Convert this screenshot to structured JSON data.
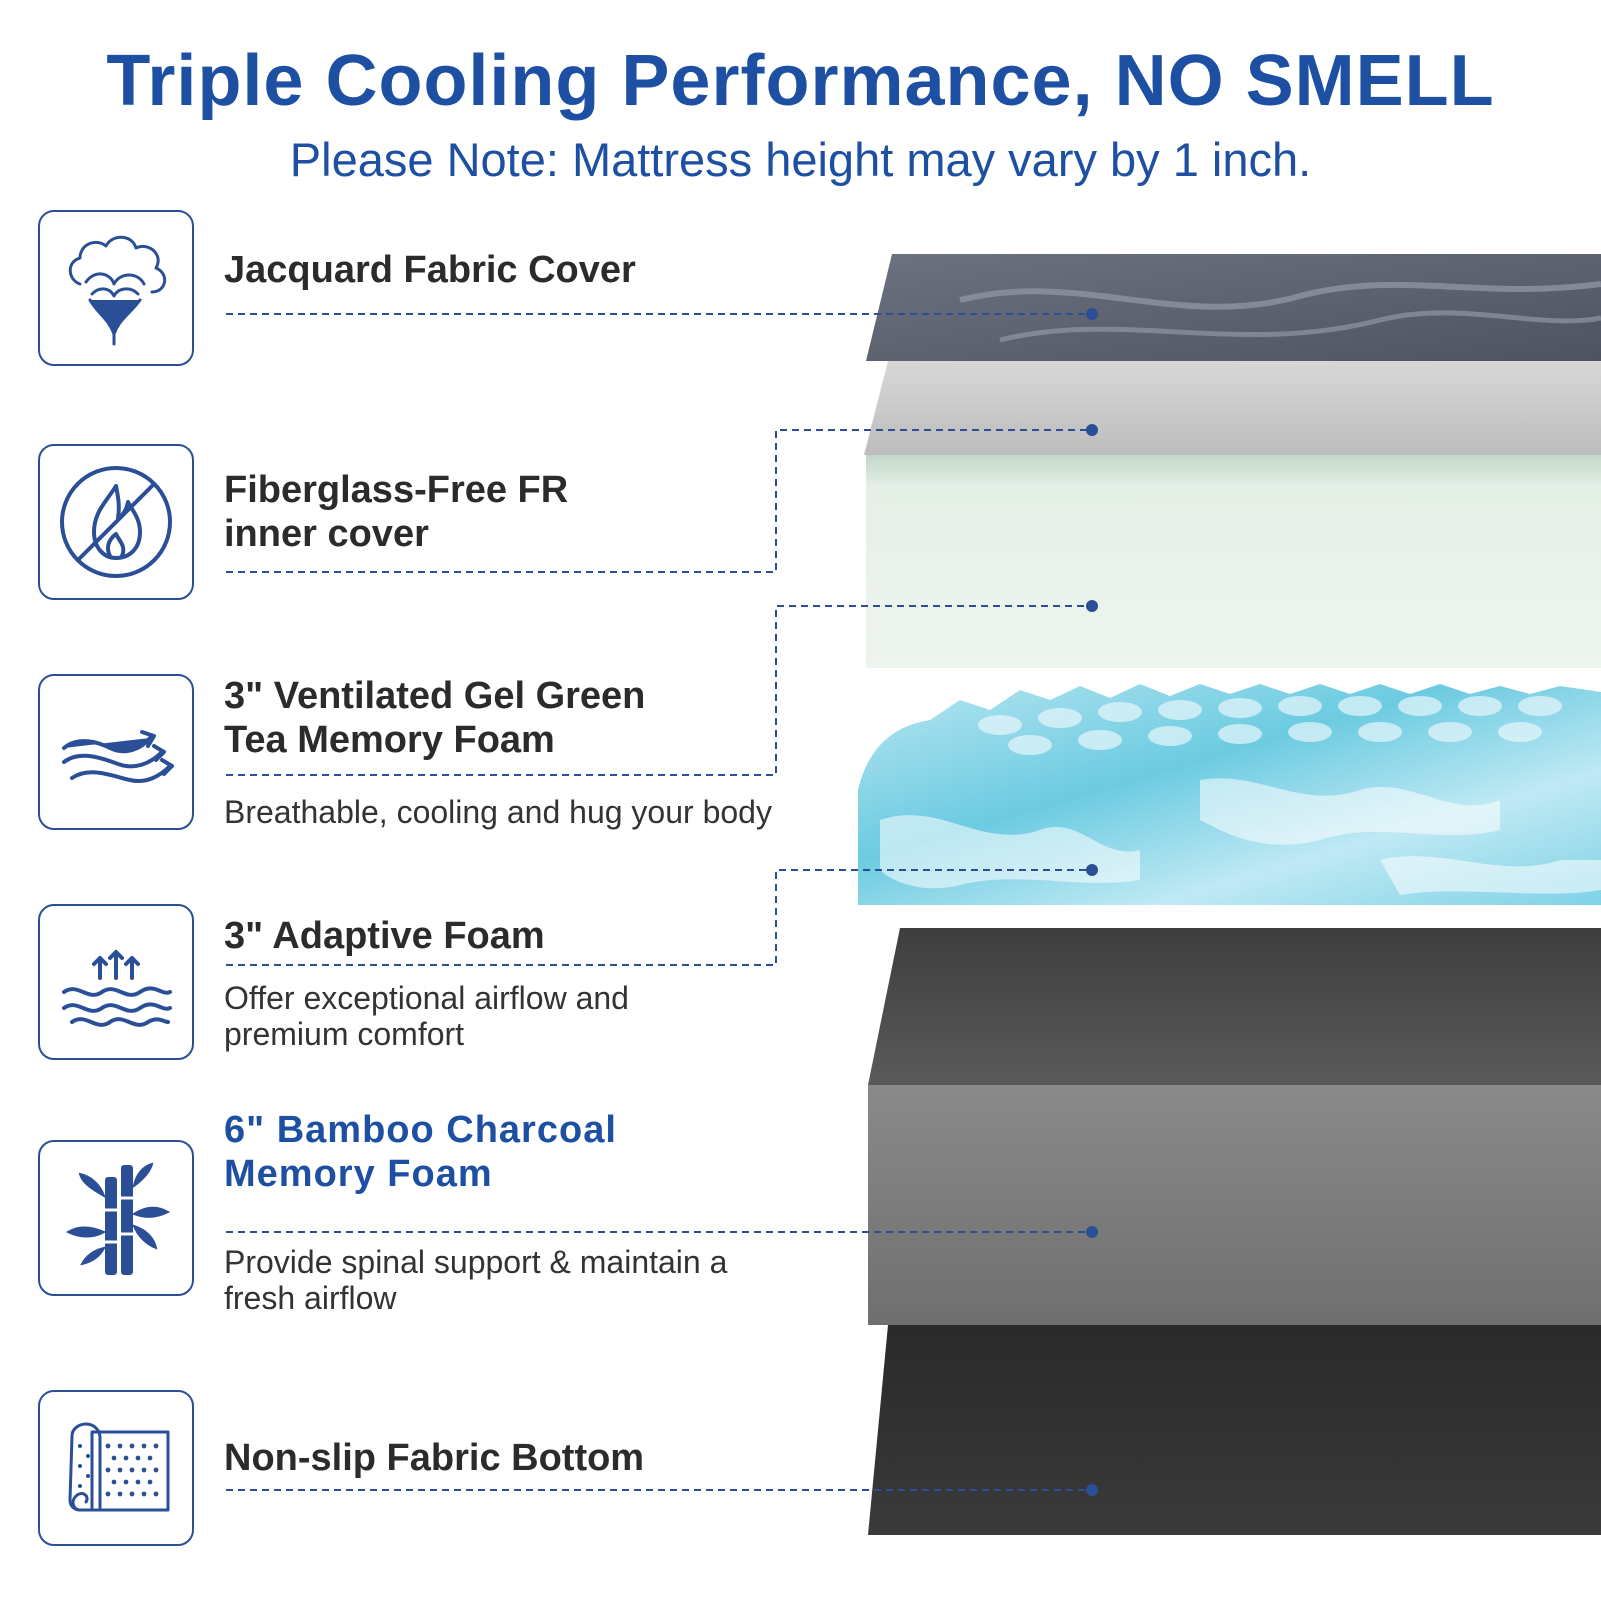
{
  "header": {
    "title": "Triple Cooling Performance, NO SMELL",
    "subtitle": "Please Note: Mattress height may vary by 1 inch."
  },
  "layers": [
    {
      "icon": "cotton-icon",
      "label": "Jacquard Fabric Cover",
      "description": ""
    },
    {
      "icon": "no-fire-icon",
      "label": "Fiberglass-Free FR inner cover",
      "description": ""
    },
    {
      "icon": "airflow-icon",
      "label": "3\" Ventilated Gel Green Tea Memory Foam",
      "description": "Breathable, cooling and hug your body"
    },
    {
      "icon": "heat-waves-icon",
      "label": "3\" Adaptive Foam",
      "description": "Offer exceptional airflow and premium comfort"
    },
    {
      "icon": "bamboo-icon",
      "label": "6\" Bamboo Charcoal Memory Foam",
      "description": "Provide spinal support & maintain a fresh airflow"
    },
    {
      "icon": "fabric-roll-icon",
      "label": "Non-slip Fabric Bottom",
      "description": ""
    }
  ],
  "colors": {
    "brand_blue": "#1d4fa3",
    "icon_blue": "#2a4f97",
    "text_dark": "#2b2b2b"
  }
}
